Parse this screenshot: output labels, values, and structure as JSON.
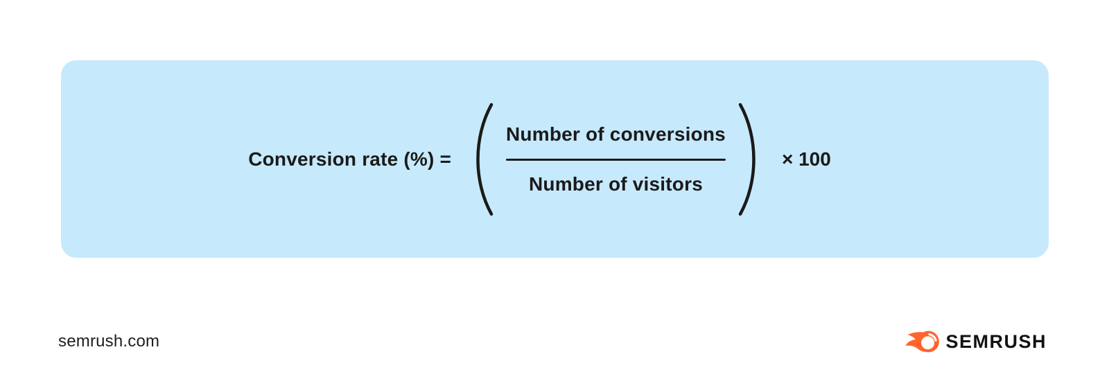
{
  "card": {
    "formula_label": "Conversion rate (%) =",
    "numerator": "Number of conversions",
    "denominator": "Number of visitors",
    "multiplier": "× 100"
  },
  "footer": {
    "website": "semrush.com",
    "brand_name": "SEMRUSH"
  },
  "icons": {
    "open_paren": "open-paren-icon",
    "close_paren": "close-paren-icon",
    "logo": "semrush-flame-logo-icon"
  },
  "colors": {
    "card_background": "#C7E9FC",
    "formula_text": "#1A1A1A",
    "brand_orange": "#FF642D",
    "wordmark_black": "#121212"
  }
}
